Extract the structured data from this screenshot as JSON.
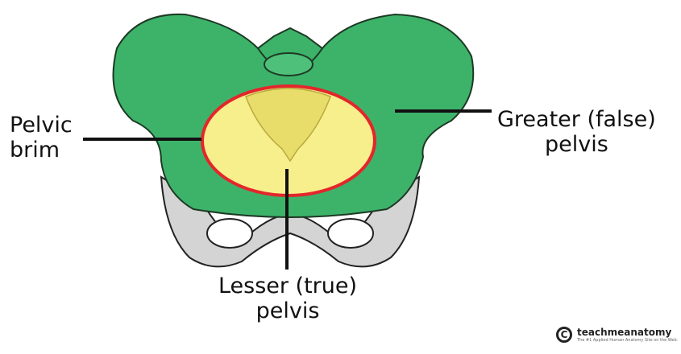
{
  "labels": {
    "pelvic_brim": [
      "Pelvic",
      "brim"
    ],
    "greater_pelvis": [
      "Greater (false)",
      "pelvis"
    ],
    "lesser_pelvis": [
      "Lesser (true)",
      "pelvis"
    ]
  },
  "logo": {
    "name": "teachmeanatomy",
    "tagline": "The #1 Applied Human Anatomy Site on the Web."
  },
  "colors": {
    "bone": "#3db36a",
    "lesser_pelvis": "#f7ee8c",
    "brim": "#e3262b",
    "bone_outline": "#1d3a24",
    "ischium": "#cfcfcf"
  }
}
